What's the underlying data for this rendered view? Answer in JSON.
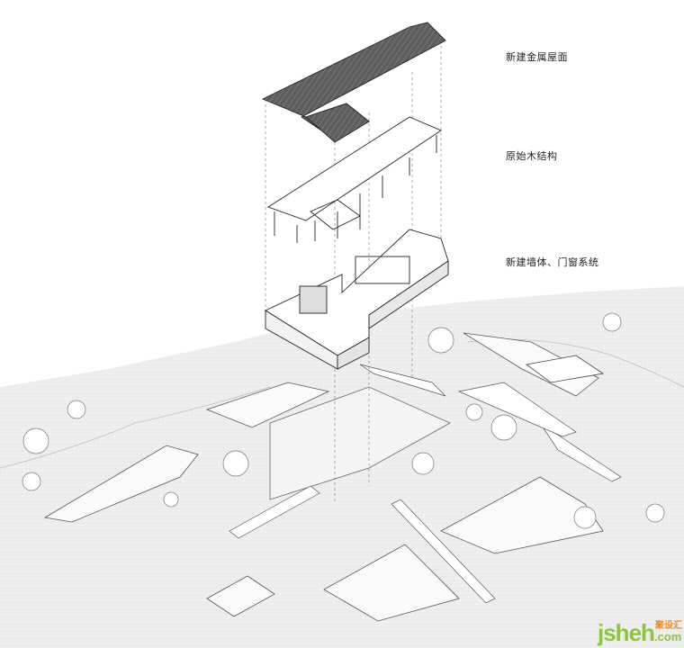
{
  "labels": {
    "roof": "新建金属屋面",
    "structure": "原始木结构",
    "walls": "新建墙体、门窗系统"
  },
  "watermark": {
    "brand": "jsheh",
    "domain": ".com",
    "chinese": "聚设汇"
  },
  "colors": {
    "roof": "#5a5a5a",
    "terrain": "#ececec",
    "line": "#333333",
    "watermark_green": "#8cc63f",
    "watermark_orange": "#f08a24"
  }
}
